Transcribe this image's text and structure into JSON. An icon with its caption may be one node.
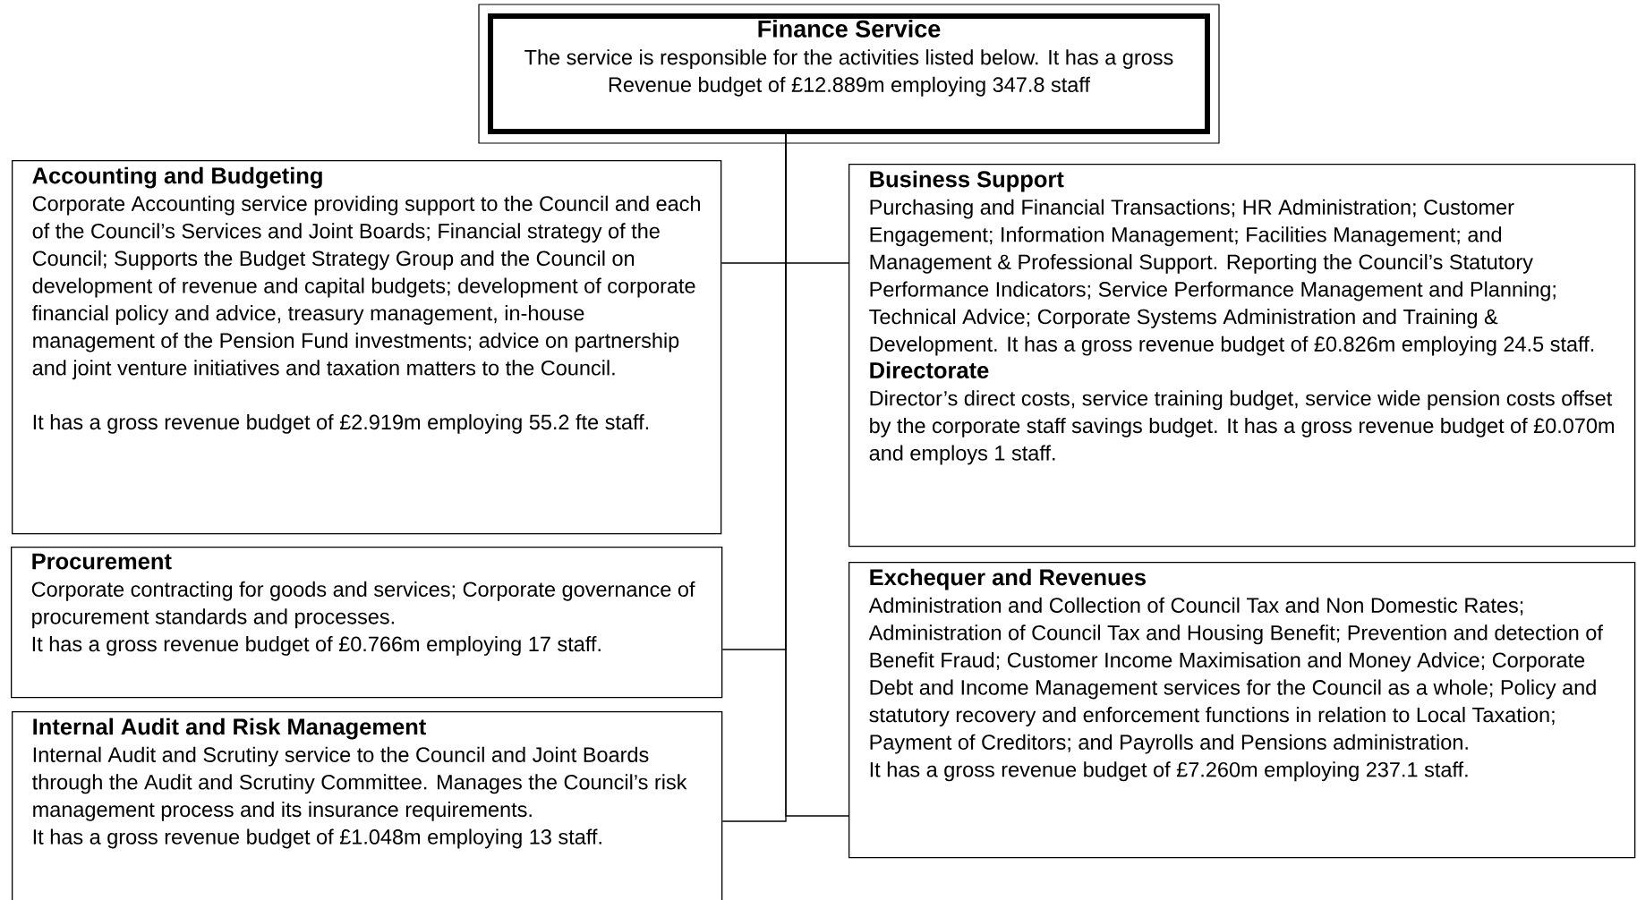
{
  "diagram": {
    "nodes": [
      {
        "text": [
          "Finance Service",
          "The service is responsible for the activities listed below. It has a gross Revenue budget of £12.889m employing 347.8 staff"
        ]
      },
      {
        "text": [
          "Accounting and Budgeting",
          "Corporate Accounting service providing support to the Council and each of the Council’s Services and Joint Boards; Financial strategy of the Council; Supports the Budget Strategy Group and the Council on development of revenue and capital budgets; development of corporate financial policy and advice, treasury management, in-house management of the Pension Fund investments; advice on partnership and joint venture initiatives and taxation matters to the Council.",
          "It has a gross revenue budget of £2.919m employing 55.2 fte staff."
        ]
      },
      {
        "text": [
          "Business Support",
          "Purchasing and Financial Transactions; HR Administration; Customer Engagement; Information Management; Facilities Management; and Management & Professional Support. Reporting the Council’s Statutory Performance Indicators; Service Performance Management and Planning; Technical Advice; Corporate Systems Administration and Training & Development. It has a gross revenue budget of £0.826m employing 24.5 staff.",
          "Directorate",
          "Director’s direct costs, service training budget, service wide pension costs offset by the corporate staff savings budget. It has a gross revenue budget of £0.070m and employs 1 staff."
        ]
      },
      {
        "text": [
          "Procurement",
          "Corporate contracting for goods and services; Corporate governance of procurement standards and processes.",
          "It has a gross revenue budget of £0.766m employing 17 staff."
        ]
      },
      {
        "text": [
          "Exchequer and Revenues",
          "Administration and Collection of Council Tax and Non Domestic Rates; Administration of Council Tax and Housing Benefit; Prevention and detection of Benefit Fraud; Customer Income Maximisation and Money Advice; Corporate Debt and Income Management services for the Council as a whole; Policy and statutory recovery and enforcement functions in relation to Local Taxation; Payment of Creditors; and Payrolls and Pensions administration.",
          "It has a gross revenue budget of £7.260m employing 237.1 staff."
        ]
      },
      {
        "text": [
          "Internal Audit and Risk Management",
          "Internal Audit and Scrutiny service to the Council and Joint Boards through the Audit and Scrutiny Committee. Manages the Council’s risk management process and its insurance requirements.",
          "It has a gross revenue budget of £1.048m employing 13 staff."
        ]
      }
    ],
    "edges": [
      {
        "from": 0,
        "to": 1,
        "arrow": "none"
      },
      {
        "from": 0,
        "to": 2,
        "arrow": "none"
      },
      {
        "from": 0,
        "to": 3,
        "arrow": "none"
      },
      {
        "from": 0,
        "to": 4,
        "arrow": "none"
      },
      {
        "from": 0,
        "to": 5,
        "arrow": "none"
      }
    ]
  }
}
